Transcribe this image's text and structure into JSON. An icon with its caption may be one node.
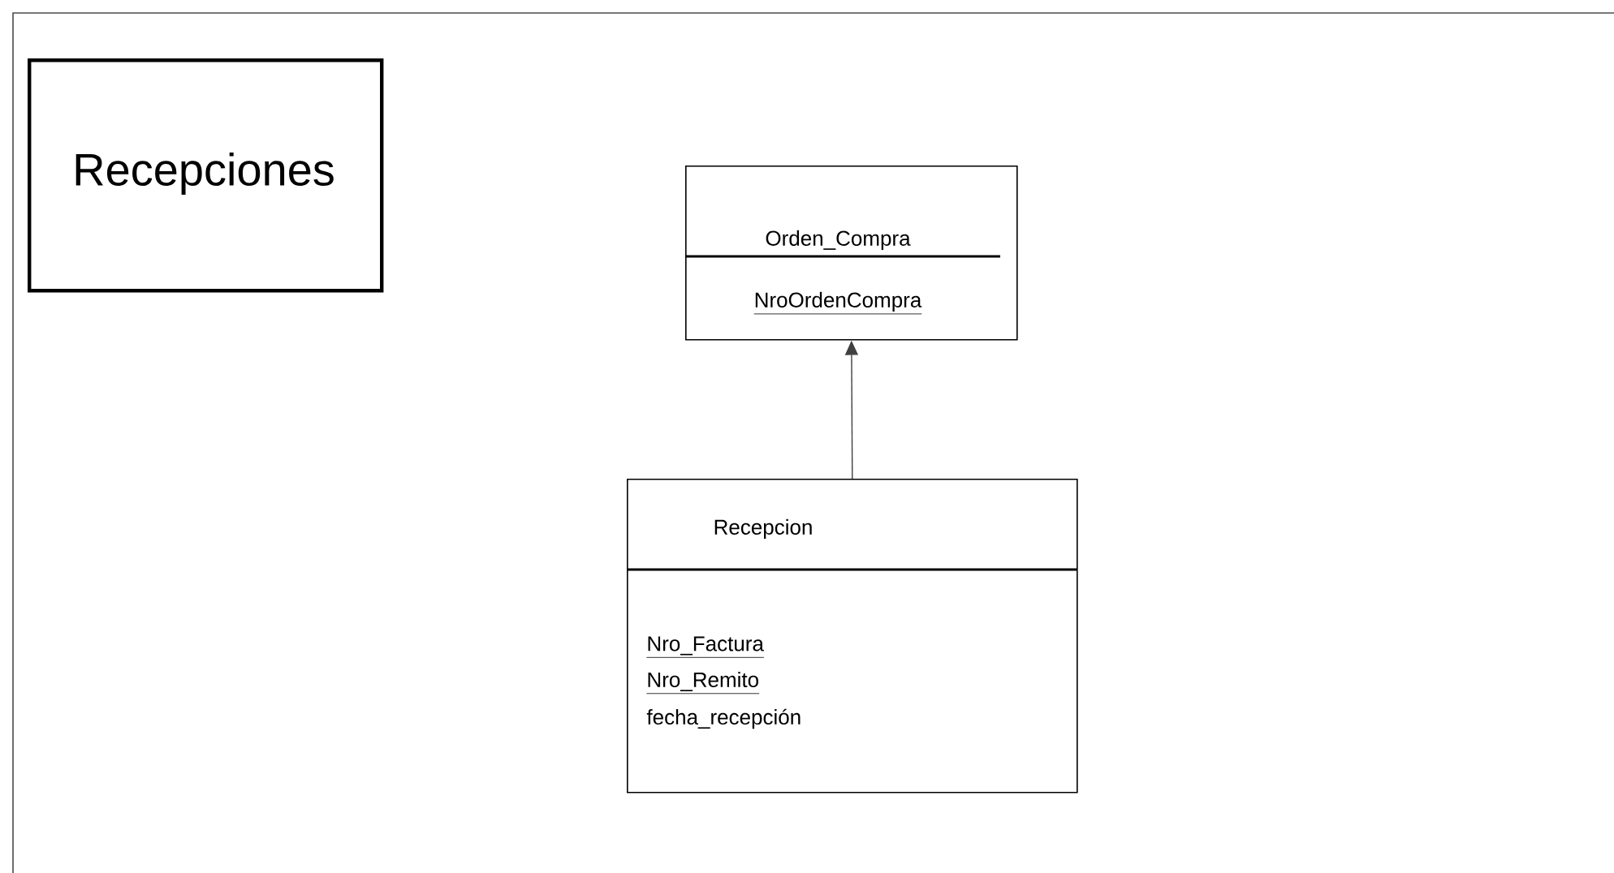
{
  "diagram": {
    "nodes": [
      {
        "text": [
          "Recepciones"
        ]
      },
      {
        "text": [
          "Orden_Compra",
          "NroOrdenCompra"
        ]
      },
      {
        "text": [
          "Recepcion",
          "Nro_Factura",
          "Nro_Remito",
          "fecha_recepción"
        ]
      }
    ],
    "edges": [
      {
        "from": 2,
        "to": 1,
        "arrow": "to"
      }
    ]
  }
}
